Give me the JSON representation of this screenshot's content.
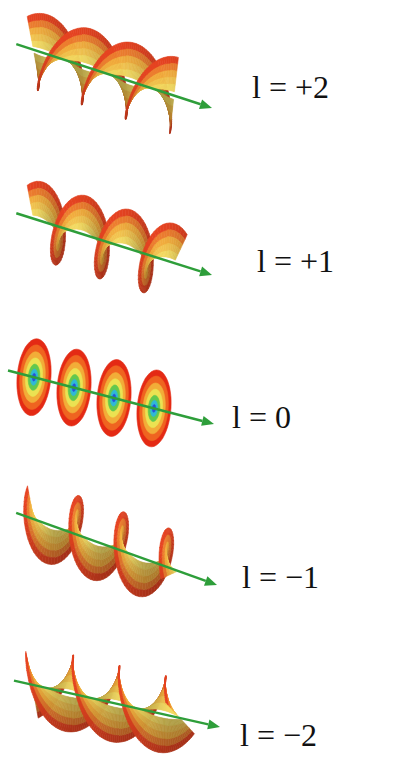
{
  "diagram": {
    "labels": [
      "l = +2",
      "l = +1",
      "l = 0",
      "l = −1",
      "l = −2"
    ]
  }
}
